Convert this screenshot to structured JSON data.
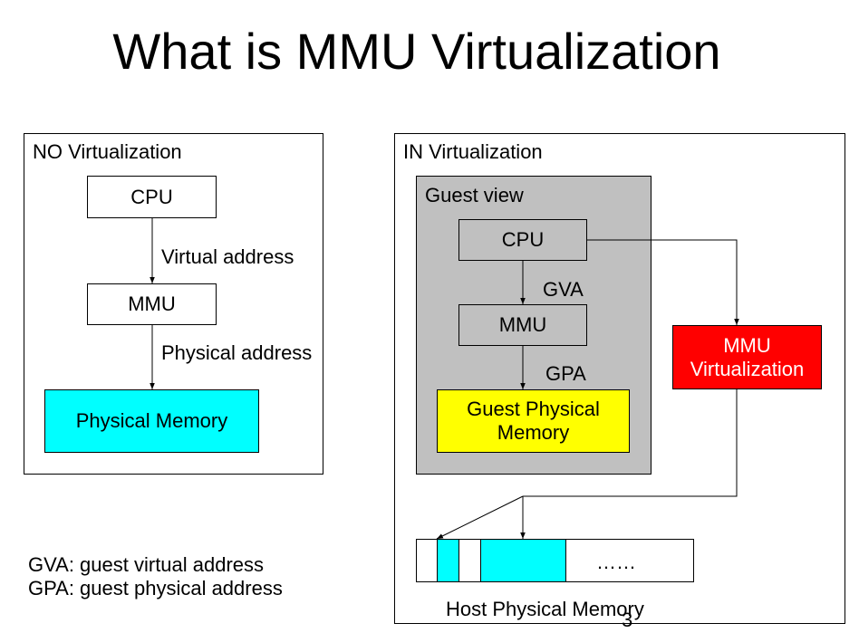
{
  "title": "What is MMU Virtualization",
  "left_panel": {
    "label": "NO Virtualization",
    "cpu": "CPU",
    "edge1": "Virtual address",
    "mmu": "MMU",
    "edge2": "Physical address",
    "memory": "Physical Memory"
  },
  "right_panel": {
    "label": "IN Virtualization",
    "guest_view": "Guest view",
    "cpu": "CPU",
    "gva": "GVA",
    "mmu": "MMU",
    "gpa": "GPA",
    "guest_memory_line1": "Guest Physical",
    "guest_memory_line2": "Memory",
    "mmu_virt_line1": "MMU",
    "mmu_virt_line2": "Virtualization",
    "host_ellipsis": "……",
    "host_memory": "Host Physical Memory"
  },
  "legend": [
    "GVA: guest virtual address",
    "GPA: guest physical address"
  ],
  "page_number": "3",
  "colors": {
    "cyan": "#00ffff",
    "gray": "#c0c0c0",
    "yellow": "#ffff00",
    "red": "#ff0000"
  }
}
